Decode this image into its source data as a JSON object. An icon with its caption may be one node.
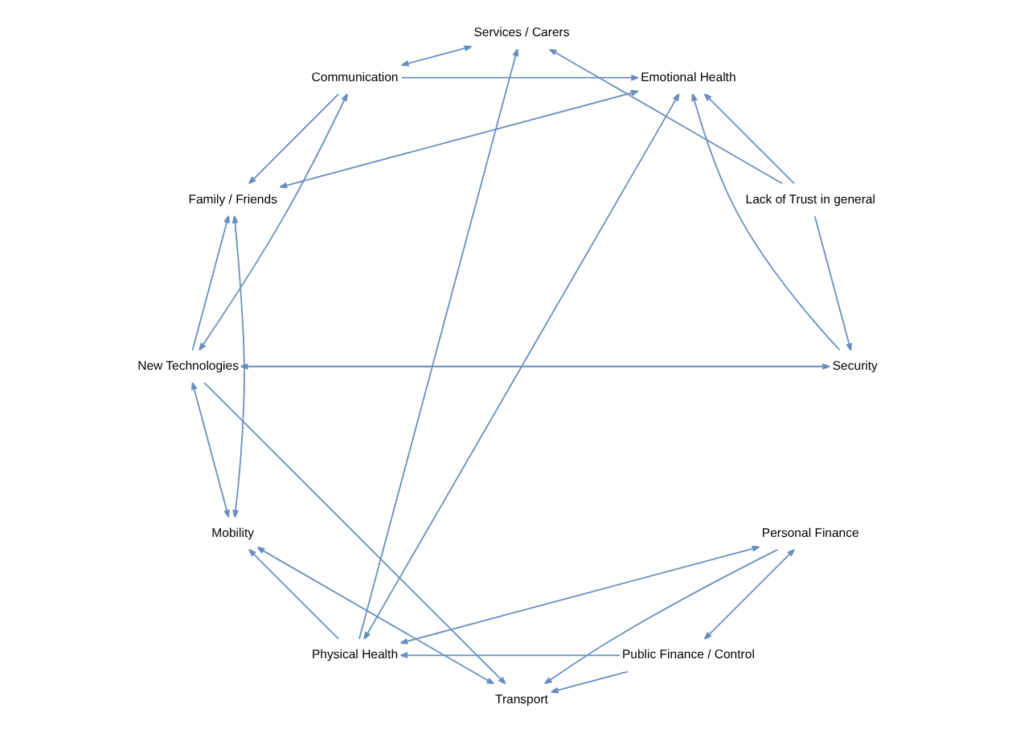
{
  "diagram": {
    "nodes": [
      {
        "text": [
          "Physical Health"
        ]
      },
      {
        "text": [
          "Lack of Trust in general"
        ]
      },
      {
        "text": [
          "Personal Finance"
        ]
      },
      {
        "text": [
          "Public Finance / Control"
        ]
      },
      {
        "text": [
          "Transport"
        ]
      },
      {
        "text": [
          "Services / Carers"
        ]
      },
      {
        "text": [
          "Communication"
        ]
      },
      {
        "text": [
          "New Technologies"
        ]
      },
      {
        "text": [
          "Security"
        ]
      },
      {
        "text": [
          "Mobility"
        ]
      },
      {
        "text": [
          "Family / Friends"
        ]
      },
      {
        "text": [
          "Emotional Health"
        ]
      }
    ],
    "edges": [
      {
        "from": 0,
        "to": 11,
        "arrow": "both"
      },
      {
        "from": 11,
        "to": 10,
        "arrow": "both"
      },
      {
        "from": 10,
        "to": 9,
        "arrow": "both"
      },
      {
        "from": 8,
        "to": 7,
        "arrow": "both"
      },
      {
        "from": 7,
        "to": 6,
        "arrow": "both"
      },
      {
        "from": 6,
        "to": 5,
        "arrow": "both"
      },
      {
        "from": 2,
        "to": 3,
        "arrow": "both"
      },
      {
        "from": 0,
        "to": 2,
        "arrow": "both"
      },
      {
        "from": 3,
        "to": 0,
        "arrow": "to"
      },
      {
        "from": 1,
        "to": 11,
        "arrow": "to"
      },
      {
        "from": 1,
        "to": 8,
        "arrow": "to"
      },
      {
        "from": 1,
        "to": 5,
        "arrow": "to"
      },
      {
        "from": 0,
        "to": 9,
        "arrow": "to"
      },
      {
        "from": 0,
        "to": 5,
        "arrow": "to"
      },
      {
        "from": 2,
        "to": 4,
        "arrow": "to"
      },
      {
        "from": 3,
        "to": 4,
        "arrow": "to"
      },
      {
        "from": 9,
        "to": 4,
        "arrow": "both"
      },
      {
        "from": 9,
        "to": 7,
        "arrow": "both"
      },
      {
        "from": 7,
        "to": 4,
        "arrow": "to"
      },
      {
        "from": 8,
        "to": 11,
        "arrow": "to"
      },
      {
        "from": 6,
        "to": 11,
        "arrow": "to"
      },
      {
        "from": 6,
        "to": 10,
        "arrow": "to"
      },
      {
        "from": 7,
        "to": 10,
        "arrow": "to"
      }
    ]
  }
}
